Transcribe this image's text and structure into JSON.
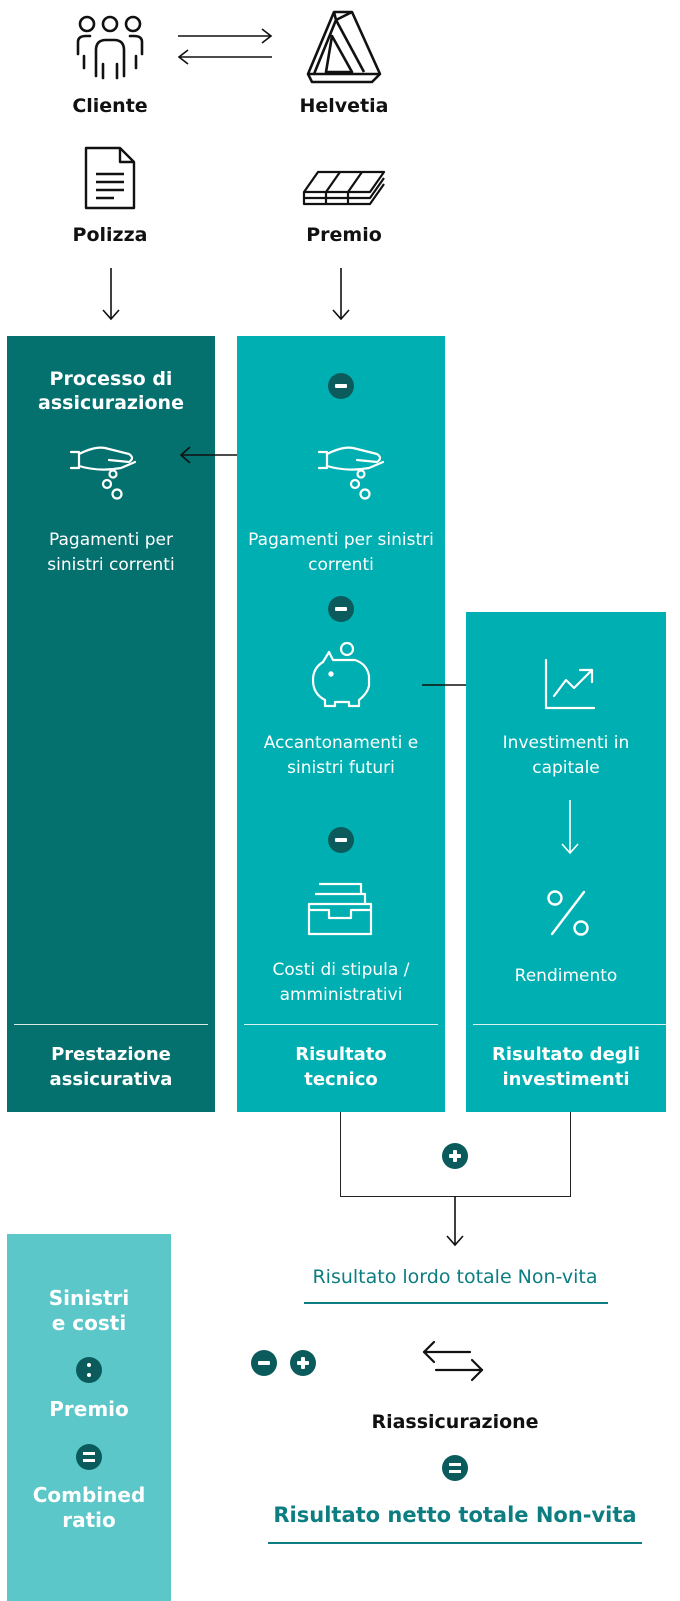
{
  "top": {
    "cliente": "Cliente",
    "helvetia": "Helvetia",
    "polizza": "Polizza",
    "premio": "Premio"
  },
  "columns": {
    "insurance": {
      "title": "Processo di assicurazione",
      "text": "Pagamenti per sinistri correnti",
      "footer": "Prestazione assicurativa"
    },
    "technical": {
      "text_payments": "Pagamenti per sinistri correnti",
      "text_reserves": "Accantonamenti e sinistri futuri",
      "text_costs": "Costi di stipula / amministrativi",
      "footer": "Risultato tecnico"
    },
    "investment": {
      "text_invest": "Investimenti in capitale",
      "text_return": "Rendimento",
      "footer": "Risultato degli investimenti"
    }
  },
  "bottom": {
    "gross_result": "Risultato lordo totale Non-vita",
    "reinsurance": "Riassicurazione",
    "net_result": "Risultato netto totale Non-vita"
  },
  "ratio_box": {
    "line1": "Sinistri e costi",
    "line2": "Premio",
    "line3": "Combined ratio"
  },
  "colors": {
    "dark_teal": "#04716f",
    "teal": "#00afb1",
    "light_teal": "#5bc7c9",
    "badge": "#0b5b5d",
    "link_teal": "#0c7d80"
  }
}
